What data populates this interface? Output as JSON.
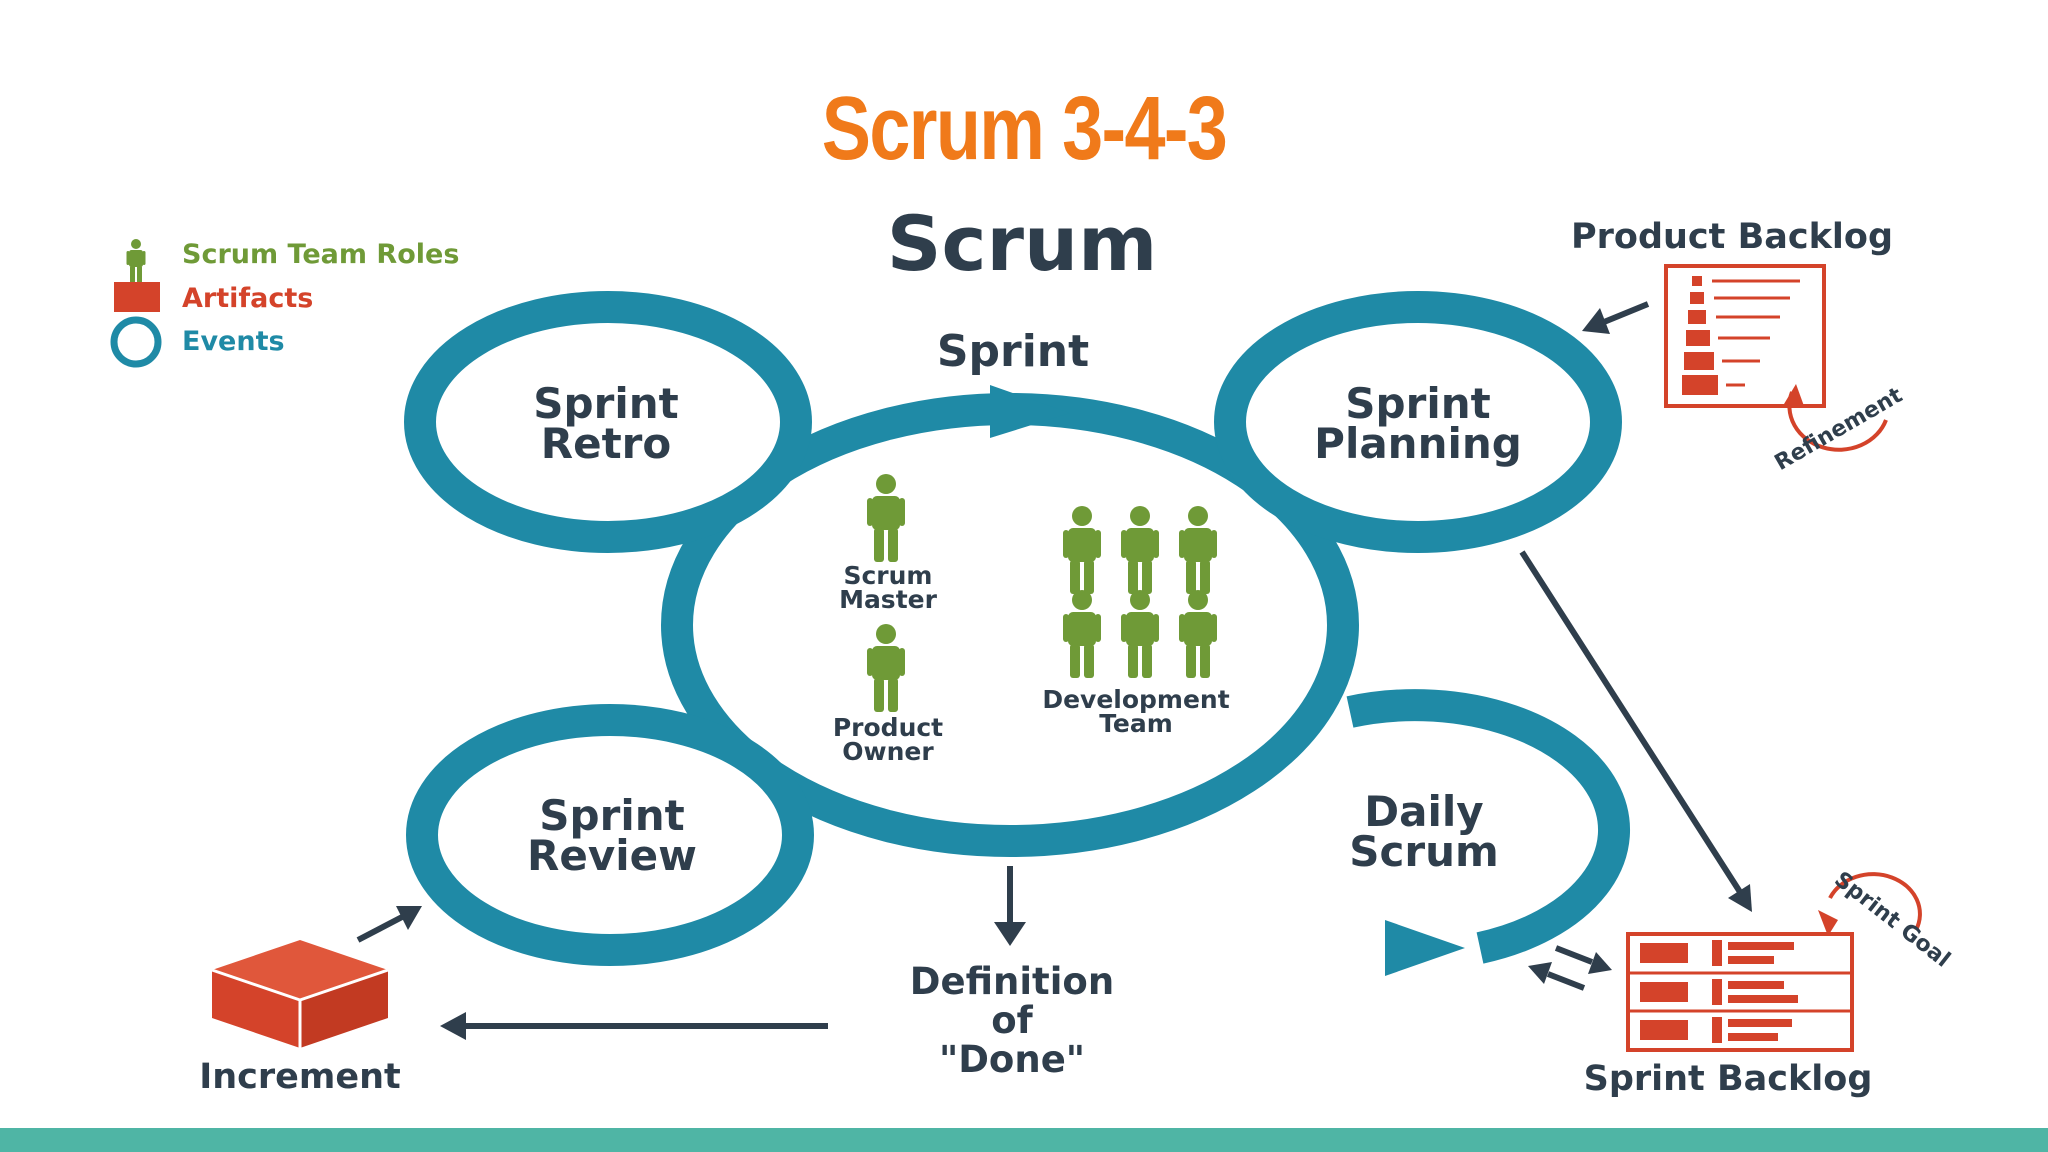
{
  "slide": {
    "title": "Scrum 3-4-3"
  },
  "diagram": {
    "heading": "Scrum",
    "legend": {
      "roles": "Scrum Team Roles",
      "artifacts": "Artifacts",
      "events": "Events"
    },
    "sprint_label": "Sprint",
    "events": {
      "retro": [
        "Sprint",
        "Retro"
      ],
      "planning": [
        "Sprint",
        "Planning"
      ],
      "review": [
        "Sprint",
        "Review"
      ],
      "daily": [
        "Daily",
        "Scrum"
      ]
    },
    "roles": {
      "scrum_master": [
        "Scrum",
        "Master"
      ],
      "product_owner": [
        "Product",
        "Owner"
      ],
      "development_team": [
        "Development",
        "Team"
      ]
    },
    "artifacts": {
      "product_backlog": "Product Backlog",
      "sprint_backlog": "Sprint Backlog",
      "increment": "Increment"
    },
    "refinement": "Refinement",
    "sprint_goal": "Sprint Goal",
    "definition_of_done": [
      "Definition",
      "of",
      "\"Done\""
    ]
  },
  "colors": {
    "title_orange": "#f07a1a",
    "event_teal": "#1f8aa6",
    "role_green": "#6f9a37",
    "artifact_red": "#d4432a",
    "dark_text": "#2f3e4c",
    "legend_green": "#6f9a37",
    "legend_red": "#d4432a",
    "legend_teal": "#1f8aa6",
    "bottom_bar": "#4fb5a5"
  }
}
